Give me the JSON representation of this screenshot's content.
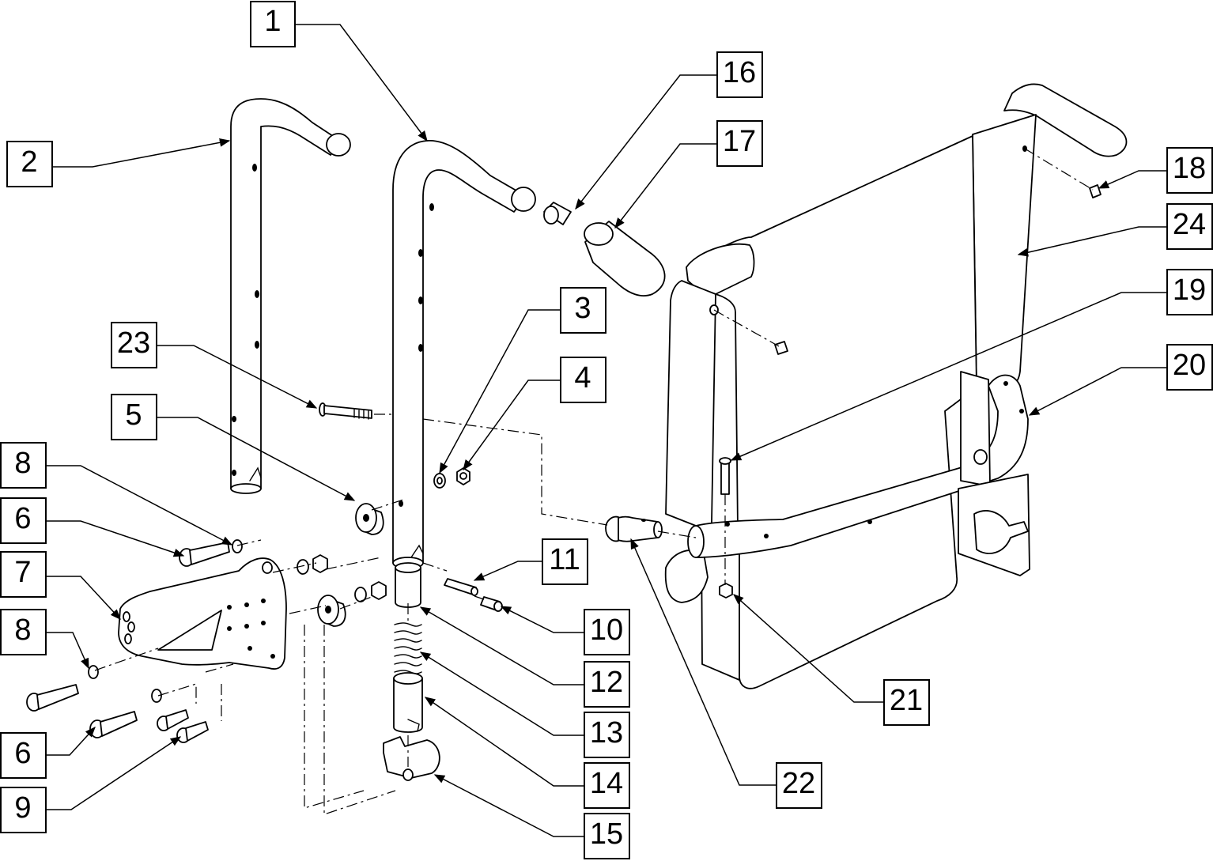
{
  "callouts": [
    {
      "id": "1",
      "label": "1"
    },
    {
      "id": "2",
      "label": "2"
    },
    {
      "id": "3",
      "label": "3"
    },
    {
      "id": "4",
      "label": "4"
    },
    {
      "id": "5",
      "label": "5"
    },
    {
      "id": "6a",
      "label": "6"
    },
    {
      "id": "6b",
      "label": "6"
    },
    {
      "id": "7",
      "label": "7"
    },
    {
      "id": "8a",
      "label": "8"
    },
    {
      "id": "8b",
      "label": "8"
    },
    {
      "id": "9",
      "label": "9"
    },
    {
      "id": "10",
      "label": "10"
    },
    {
      "id": "11",
      "label": "11"
    },
    {
      "id": "12",
      "label": "12"
    },
    {
      "id": "13",
      "label": "13"
    },
    {
      "id": "14",
      "label": "14"
    },
    {
      "id": "15",
      "label": "15"
    },
    {
      "id": "16",
      "label": "16"
    },
    {
      "id": "17",
      "label": "17"
    },
    {
      "id": "18",
      "label": "18"
    },
    {
      "id": "19",
      "label": "19"
    },
    {
      "id": "20",
      "label": "20"
    },
    {
      "id": "21",
      "label": "21"
    },
    {
      "id": "22",
      "label": "22"
    },
    {
      "id": "23",
      "label": "23"
    },
    {
      "id": "24",
      "label": "24"
    }
  ],
  "colors": {
    "ink": "#000000",
    "paper": "#ffffff"
  }
}
